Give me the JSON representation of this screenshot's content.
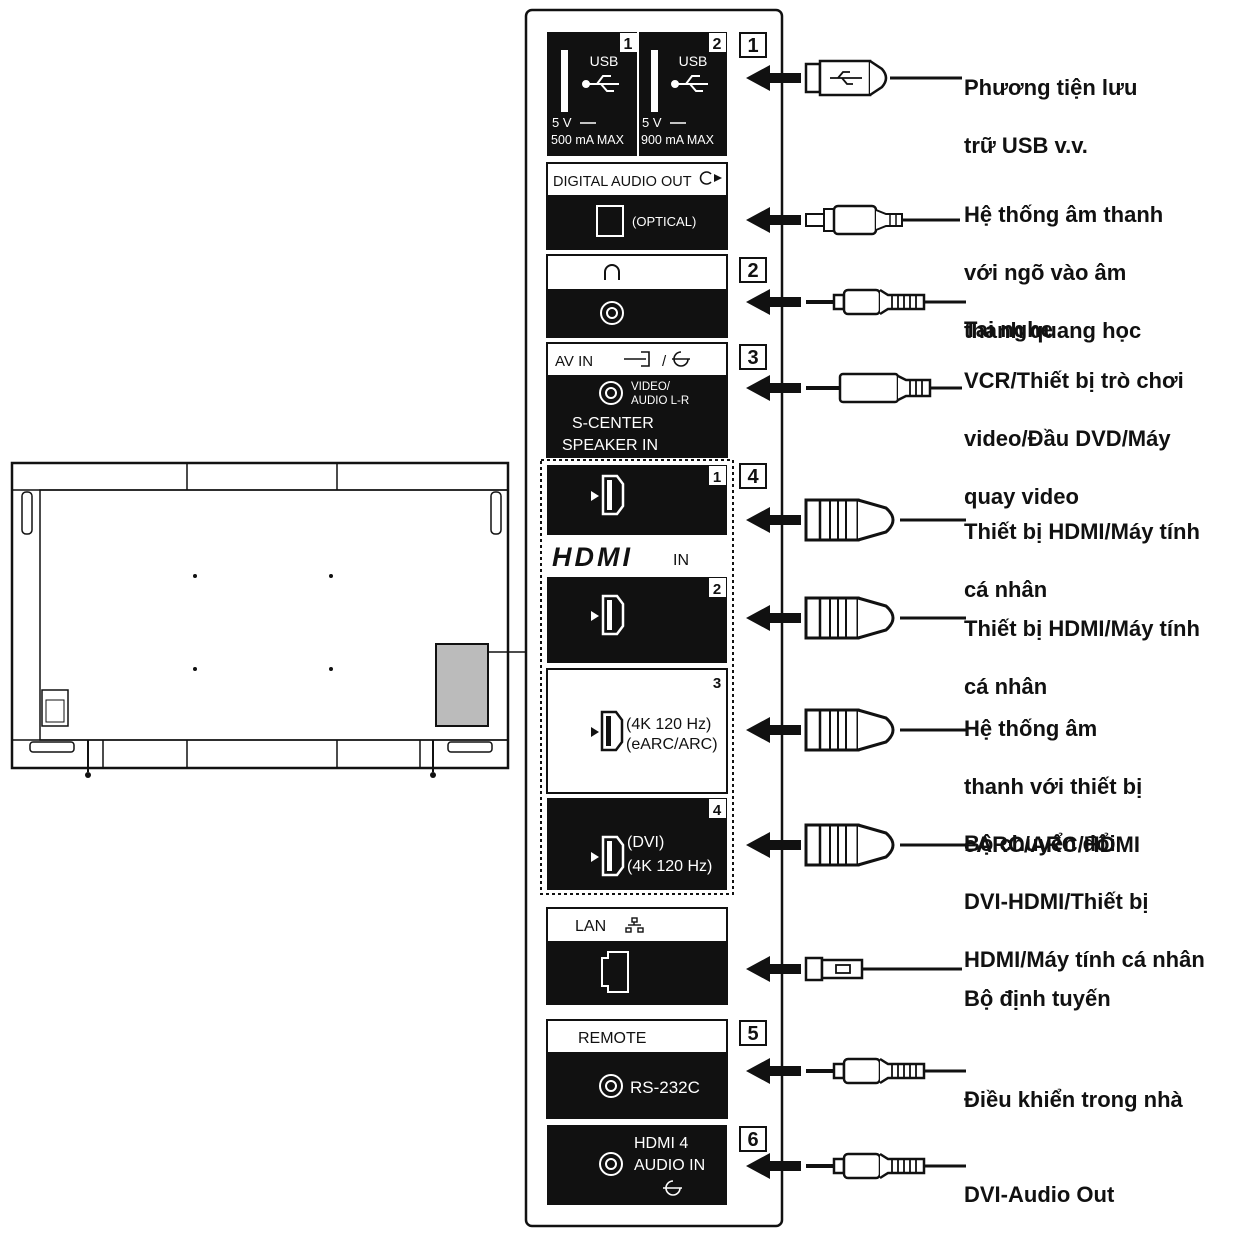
{
  "panel": {
    "usb1": {
      "num": "1",
      "name": "USB",
      "spec": "5 V",
      "current": "500 mA MAX"
    },
    "usb2": {
      "num": "2",
      "name": "USB",
      "spec": "5 V",
      "current": "900 mA MAX"
    },
    "digital_audio": {
      "header": "DIGITAL AUDIO OUT",
      "optical": "(OPTICAL)"
    },
    "av_in": {
      "header": "AV IN",
      "video": "VIDEO/",
      "audio": "AUDIO L-R",
      "center1": "S-CENTER",
      "center2": "SPEAKER IN"
    },
    "hdmi": {
      "logo": "HDMI",
      "in": "IN",
      "ports": [
        {
          "num": "1"
        },
        {
          "num": "2"
        },
        {
          "num": "3",
          "line1": "(4K 120 Hz)",
          "line2": "(eARC/ARC)"
        },
        {
          "num": "4",
          "line1": "(DVI)",
          "line2": "(4K 120 Hz)"
        }
      ]
    },
    "lan": {
      "header": "LAN"
    },
    "remote": {
      "header": "REMOTE",
      "port": "RS-232C"
    },
    "hdmi4_audio": {
      "line1": "HDMI 4",
      "line2": "AUDIO IN"
    }
  },
  "callouts": [
    "1",
    "2",
    "3",
    "4",
    "5",
    "6"
  ],
  "labels": [
    {
      "lines": [
        "Phương tiện lưu",
        "trữ USB v.v."
      ]
    },
    {
      "lines": [
        "Hệ thống âm thanh",
        "với ngõ vào âm",
        "thanh quang học"
      ]
    },
    {
      "lines": [
        "Tai nghe"
      ]
    },
    {
      "lines": [
        "VCR/Thiết bị trò chơi",
        "video/Đầu DVD/Máy",
        "quay video"
      ]
    },
    {
      "lines": [
        "Thiết bị HDMI/Máy tính",
        "cá nhân"
      ]
    },
    {
      "lines": [
        "Thiết bị HDMI/Máy tính",
        "cá nhân"
      ]
    },
    {
      "lines": [
        "Hệ thống âm",
        "thanh với thiết bị",
        "eARC/ARC/HDMI"
      ]
    },
    {
      "lines": [
        "Bộ chuyển đổi",
        "DVI-HDMI/Thiết bị",
        "HDMI/Máy tính cá nhân"
      ]
    },
    {
      "lines": [
        "Bộ định tuyến"
      ]
    },
    {
      "lines": [
        "Điều khiển trong nhà"
      ]
    },
    {
      "lines": [
        "DVI-Audio Out"
      ]
    }
  ]
}
